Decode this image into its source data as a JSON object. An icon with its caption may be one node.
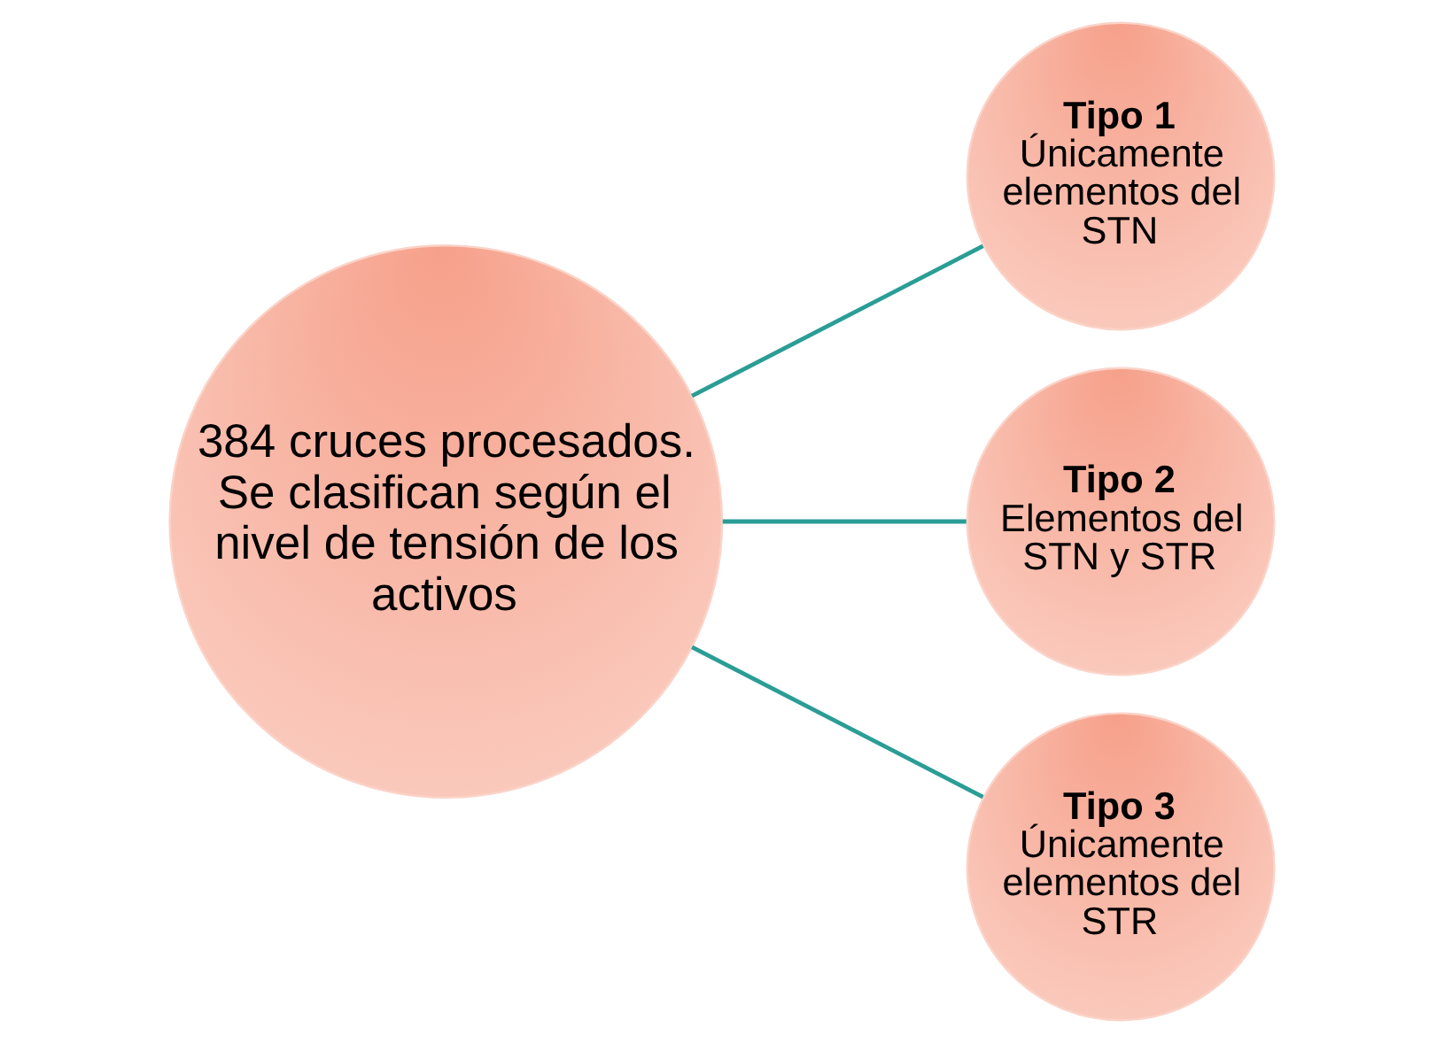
{
  "diagram": {
    "nodes": [
      {
        "text": [
          "384 cruces procesados. Se clasifican según el nivel de tensión de los activos"
        ]
      },
      {
        "text": [
          "Tipo 1",
          "Únicamente elementos del STN"
        ]
      },
      {
        "text": [
          "Tipo 2",
          "Elementos del STN y STR"
        ]
      },
      {
        "text": [
          "Tipo 3",
          "Únicamente elementos del STR"
        ]
      }
    ],
    "edges": [
      {
        "from": 0,
        "to": 1,
        "arrow": "none"
      },
      {
        "from": 0,
        "to": 2,
        "arrow": "none"
      },
      {
        "from": 0,
        "to": 3,
        "arrow": "none"
      }
    ]
  }
}
